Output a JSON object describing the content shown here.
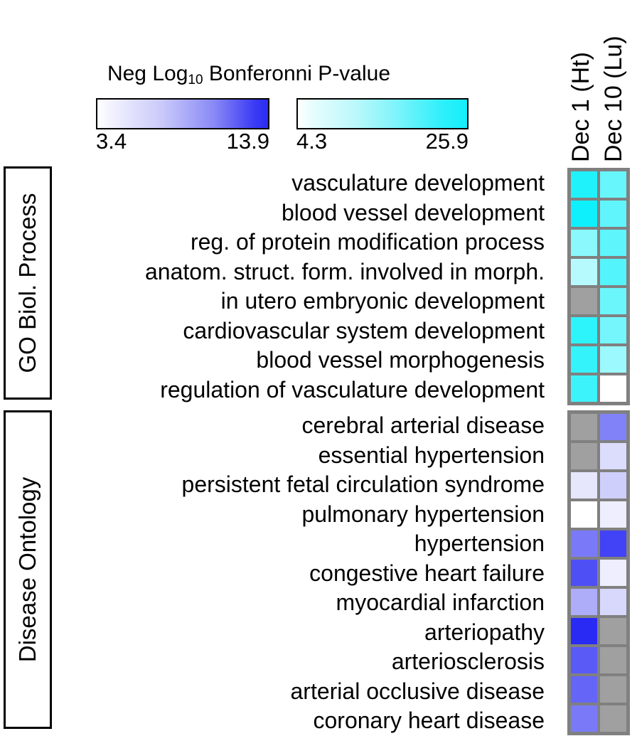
{
  "legend": {
    "title_main": "Neg Log",
    "title_sub": "10",
    "title_rest": " Bonferonni P-value",
    "colorbars": [
      {
        "name": "blue",
        "low": "3.4",
        "high": "13.9",
        "low_color": "#ffffff",
        "high_color": "#2b2bf2"
      },
      {
        "name": "cyan",
        "low": "4.3",
        "high": "25.9",
        "low_color": "#ffffff",
        "high_color": "#14eefb"
      }
    ]
  },
  "columns": [
    {
      "label": "Dec 1 (Ht)"
    },
    {
      "label": "Dec 10 (Lu)"
    }
  ],
  "no_data_color": "#a0a0a0",
  "grid_line_color": "#808080",
  "sections": [
    {
      "name": "GO Biol. Process",
      "label": "GO Biol. Process",
      "rows": [
        {
          "label": "vasculature development",
          "cells": [
            "#20f2fb",
            "#66f6fc"
          ]
        },
        {
          "label": "blood vessel development",
          "cells": [
            "#0ef0fb",
            "#60f5fc"
          ]
        },
        {
          "label": "reg. of protein modification process",
          "cells": [
            "#8af8fc",
            "#5ef5fc"
          ]
        },
        {
          "label": "anatom. struct. form. involved in morph.",
          "cells": [
            "#b6fafd",
            "#54f4fc"
          ]
        },
        {
          "label": "in utero embryonic development",
          "cells": [
            null,
            "#6bf6fc"
          ]
        },
        {
          "label": "cardiovascular system development",
          "cells": [
            "#2df3fb",
            "#74f6fc"
          ]
        },
        {
          "label": "blood vessel morphogenesis",
          "cells": [
            "#34f3fb",
            "#9cf9fd"
          ]
        },
        {
          "label": "regulation of vasculature development",
          "cells": [
            "#3df3fb",
            "#ffffff"
          ]
        }
      ]
    },
    {
      "name": "Disease Ontology",
      "label": "Disease Ontology",
      "rows": [
        {
          "label": "cerebral arterial disease",
          "cells": [
            null,
            "#8282f8"
          ]
        },
        {
          "label": "essential hypertension",
          "cells": [
            null,
            "#dcdcfc"
          ]
        },
        {
          "label": "persistent fetal circulation syndrome",
          "cells": [
            "#e6e6fd",
            "#cfcffb"
          ]
        },
        {
          "label": "pulmonary hypertension",
          "cells": [
            "#ffffff",
            "#eeeefe"
          ]
        },
        {
          "label": "hypertension",
          "cells": [
            "#7a7af8",
            "#4242f6"
          ]
        },
        {
          "label": "congestive heart failure",
          "cells": [
            "#4f4ff6",
            "#eeeefe"
          ]
        },
        {
          "label": "myocardial infarction",
          "cells": [
            "#adadfa",
            "#d8d8fc"
          ]
        },
        {
          "label": "arteriopathy",
          "cells": [
            "#2a2af5",
            null
          ]
        },
        {
          "label": "arteriosclerosis",
          "cells": [
            "#5a5af7",
            null
          ]
        },
        {
          "label": "arterial occlusive disease",
          "cells": [
            "#6565f7",
            null
          ]
        },
        {
          "label": "coronary heart disease",
          "cells": [
            "#7a7af8",
            null
          ]
        }
      ]
    }
  ],
  "chart_data": {
    "type": "heatmap",
    "title": "Neg Log10 Bonferonni P-value",
    "xlabel": "",
    "ylabel": "",
    "columns": [
      "Dec 1 (Ht)",
      "Dec 10 (Lu)"
    ],
    "row_groups": [
      {
        "group": "GO Biol. Process",
        "colormap": "cyan",
        "value_range": [
          4.3,
          25.9
        ],
        "rows": [
          {
            "label": "vasculature development",
            "values": [
              23.5,
              17.5
            ]
          },
          {
            "label": "blood vessel development",
            "values": [
              25.9,
              18.2
            ]
          },
          {
            "label": "reg. of protein modification process",
            "values": [
              12.5,
              18.6
            ]
          },
          {
            "label": "anatom. struct. form. involved in morph.",
            "values": [
              8.5,
              19.4
            ]
          },
          {
            "label": "in utero embryonic development",
            "values": [
              null,
              16.9
            ]
          },
          {
            "label": "cardiovascular system development",
            "values": [
              22.4,
              16.2
            ]
          },
          {
            "label": "blood vessel morphogenesis",
            "values": [
              21.8,
              11.6
            ]
          },
          {
            "label": "regulation of vasculature development",
            "values": [
              21.0,
              4.3
            ]
          }
        ]
      },
      {
        "group": "Disease Ontology",
        "colormap": "blue",
        "value_range": [
          3.4,
          13.9
        ],
        "rows": [
          {
            "label": "cerebral arterial disease",
            "values": [
              null,
              9.4
            ]
          },
          {
            "label": "essential hypertension",
            "values": [
              null,
              5.3
            ]
          },
          {
            "label": "persistent fetal circulation syndrome",
            "values": [
              4.4,
              5.8
            ]
          },
          {
            "label": "pulmonary hypertension",
            "values": [
              3.4,
              4.1
            ]
          },
          {
            "label": "hypertension",
            "values": [
              9.8,
              12.3
            ]
          },
          {
            "label": "congestive heart failure",
            "values": [
              11.7,
              4.1
            ]
          },
          {
            "label": "myocardial infarction",
            "values": [
              7.9,
              5.5
            ]
          },
          {
            "label": "arteriopathy",
            "values": [
              13.9,
              null
            ]
          },
          {
            "label": "arteriosclerosis",
            "values": [
              11.2,
              null
            ]
          },
          {
            "label": "arterial occlusive disease",
            "values": [
              10.7,
              null
            ]
          },
          {
            "label": "coronary heart disease",
            "values": [
              9.8,
              null
            ]
          }
        ]
      }
    ]
  }
}
